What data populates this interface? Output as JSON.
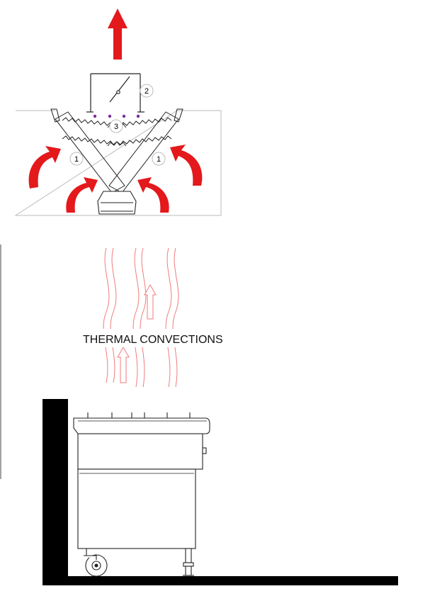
{
  "labels": {
    "callout_1": "1",
    "callout_2": "2",
    "callout_3": "3",
    "thermal": "THERMAL CONVECTIONS"
  },
  "colors": {
    "airflow_arrow": "#e3191c",
    "convection": "#f27b7b",
    "filter_dot": "#7d2a9a",
    "line": "#222222",
    "wall": "#000000"
  }
}
